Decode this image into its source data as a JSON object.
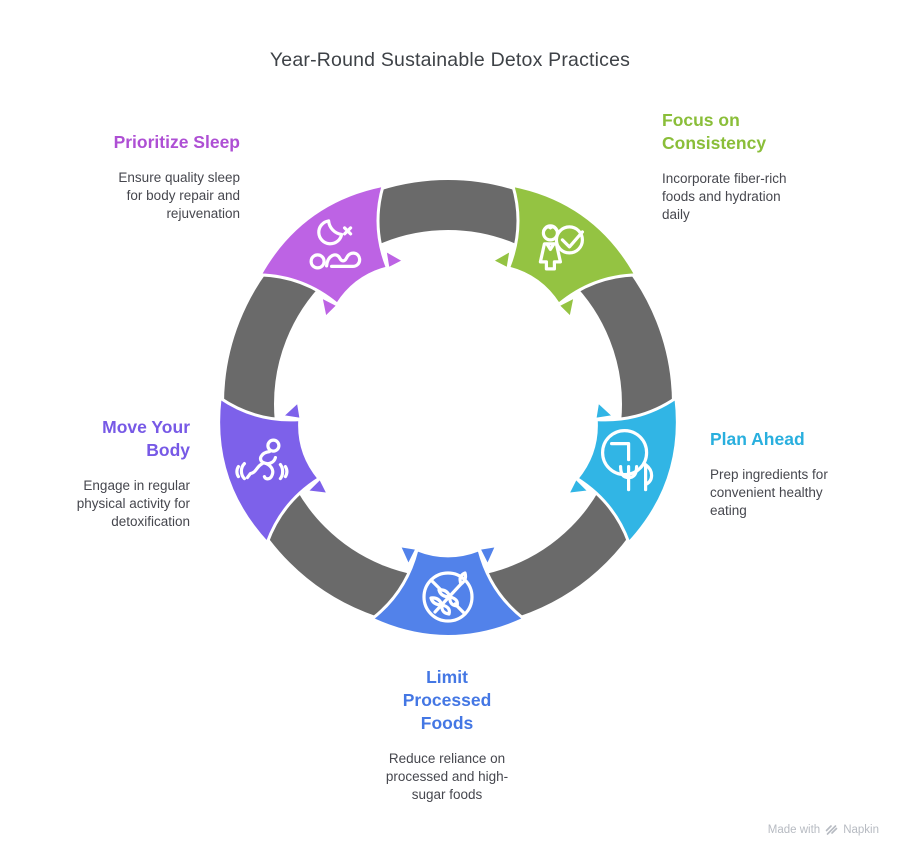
{
  "title": "Year-Round Sustainable Detox Practices",
  "watermark": {
    "prefix": "Made with",
    "brand": "Napkin"
  },
  "diagram": {
    "ring_color": "#6a6a6a",
    "segments": [
      {
        "id": "prioritize-sleep",
        "label": "Prioritize Sleep",
        "label_lines": [
          "Prioritize Sleep"
        ],
        "desc_lines": [
          "Ensure quality sleep",
          "for body repair and",
          "rejuvenation"
        ],
        "heading_color": "#ae4fd4",
        "color": "#bd63e4",
        "icon": "sleep",
        "angle_deg": 234
      },
      {
        "id": "focus-consistency",
        "label": "Focus on Consistency",
        "label_lines": [
          "Focus on",
          "Consistency"
        ],
        "desc_lines": [
          "Incorporate fiber-rich",
          "foods and hydration",
          "daily"
        ],
        "heading_color": "#8abe39",
        "color": "#94c342",
        "icon": "person-check",
        "angle_deg": 306
      },
      {
        "id": "plan-ahead",
        "label": "Plan Ahead",
        "label_lines": [
          "Plan Ahead"
        ],
        "desc_lines": [
          "Prep ingredients for",
          "convenient healthy",
          "eating"
        ],
        "heading_color": "#29afde",
        "color": "#31b5e5",
        "icon": "meal-plan",
        "angle_deg": 18
      },
      {
        "id": "limit-processed-foods",
        "label": "Limit Processed Foods",
        "label_lines": [
          "Limit",
          "Processed",
          "Foods"
        ],
        "desc_lines": [
          "Reduce reliance on",
          "processed and high-",
          "sugar foods"
        ],
        "heading_color": "#4477e4",
        "color": "#5282ea",
        "icon": "no-wheat",
        "angle_deg": 90
      },
      {
        "id": "move-your-body",
        "label": "Move Your Body",
        "label_lines": [
          "Move Your",
          "Body"
        ],
        "desc_lines": [
          "Engage in regular",
          "physical activity for",
          "detoxification"
        ],
        "heading_color": "#7759e6",
        "color": "#7d61ea",
        "icon": "runner",
        "angle_deg": 162
      }
    ]
  }
}
